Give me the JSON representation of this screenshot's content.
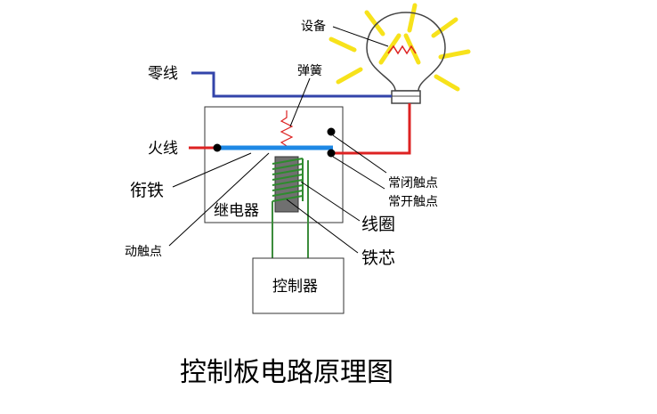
{
  "labels": {
    "device": "设备",
    "neutral_wire": "零线",
    "spring": "弹簧",
    "live_wire": "火线",
    "armature": "衔铁",
    "nc_contact": "常闭触点",
    "no_contact": "常开触点",
    "relay": "继电器",
    "coil": "线圈",
    "moving_contact": "动触点",
    "iron_core": "铁芯",
    "controller": "控制器"
  },
  "caption": "控制板电路原理图",
  "colors": {
    "neutral": "#3344aa",
    "live": "#dd2222",
    "armature": "#1e88e5",
    "coil": "#2e8b2e",
    "control_wire": "#3c8c3c",
    "core": "#707070",
    "glow": "#f7e21b",
    "outline": "#444444"
  },
  "icons": [
    "light-bulb-icon",
    "spring-icon",
    "coil-icon"
  ]
}
